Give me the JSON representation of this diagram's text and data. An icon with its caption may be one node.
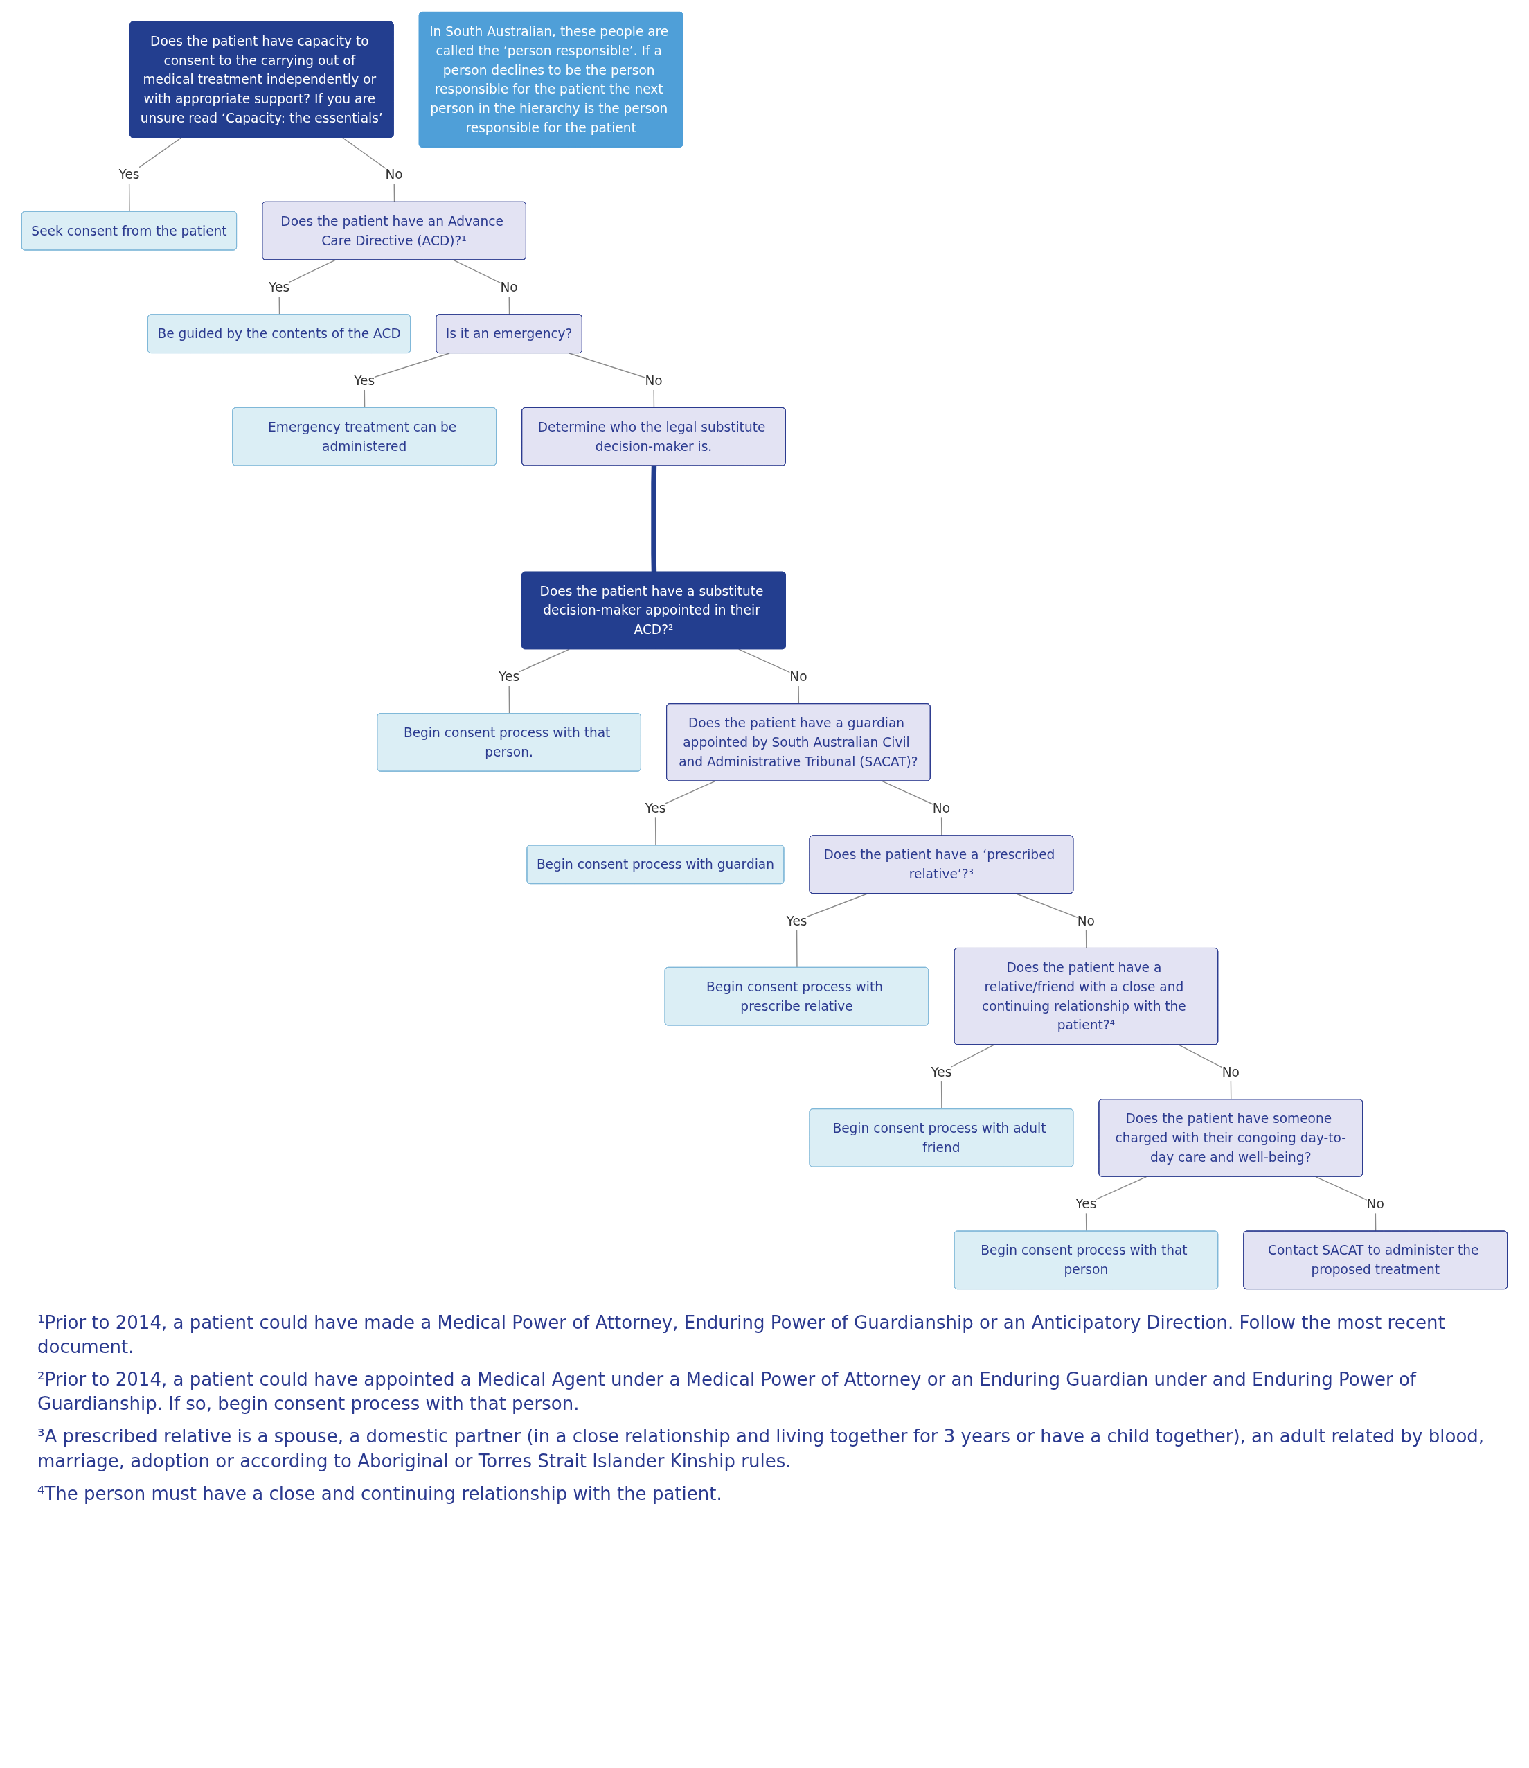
{
  "diagram": {
    "nodes": [
      {
        "text": [
          "Does the patient have capacity to consent to the carrying out of medical treatment independently or with appropriate support? If you are unsure read ‘Capacity: the essentials’"
        ]
      },
      {
        "text": [
          "Seek consent from the patient"
        ]
      },
      {
        "text": [
          "Does the patient have an Advance Care Directive (ACD)?¹"
        ]
      },
      {
        "text": [
          "Be guided by the contents of the ACD"
        ]
      },
      {
        "text": [
          "Is it an emergency?"
        ]
      },
      {
        "text": [
          "Emergency treatment can be administered"
        ]
      },
      {
        "text": [
          "Determine who the legal substitute decision-maker is."
        ]
      },
      {
        "text": [
          "Does the patient have a substitute decision-maker appointed in their ACD?²"
        ]
      },
      {
        "text": [
          "Begin consent process with that person."
        ]
      },
      {
        "text": [
          "Does the patient have a guardian appointed by South Australian Civil and Administrative Tribunal (SACAT)?"
        ]
      },
      {
        "text": [
          "In South Australian, these people are called the ‘person responsible’. If a person declines to be the person responsible for the patient the next person in the hierarchy is the person responsible for the patient"
        ]
      },
      {
        "text": [
          "Begin consent process with guardian"
        ]
      },
      {
        "text": [
          "Does the patient have a ‘prescribed relative’?³"
        ]
      },
      {
        "text": [
          "Begin consent process with prescribe relative"
        ]
      },
      {
        "text": [
          "Does the patient have a relative/friend with a close and continuing relationship with the patient?⁴"
        ]
      },
      {
        "text": [
          "Begin consent process with adult friend"
        ]
      },
      {
        "text": [
          "Does the patient have someone charged with their congoing day-to-day care and well-being?"
        ]
      },
      {
        "text": [
          "Begin consent process with that person"
        ]
      },
      {
        "text": [
          "Contact SACAT to administer the proposed treatment"
        ]
      }
    ],
    "edges": [
      {
        "from": 0,
        "to": 1,
        "arrow": "none",
        "label": "Yes"
      },
      {
        "from": 0,
        "to": 2,
        "arrow": "none",
        "label": "No"
      },
      {
        "from": 2,
        "to": 3,
        "arrow": "none",
        "label": "Yes"
      },
      {
        "from": 2,
        "to": 4,
        "arrow": "none",
        "label": "No"
      },
      {
        "from": 4,
        "to": 5,
        "arrow": "none",
        "label": "Yes"
      },
      {
        "from": 4,
        "to": 6,
        "arrow": "none",
        "label": "No"
      },
      {
        "from": 6,
        "to": 7,
        "arrow": "none",
        "style": "thick",
        "color": "#233e8f"
      },
      {
        "from": 7,
        "to": 8,
        "arrow": "none",
        "label": "Yes"
      },
      {
        "from": 7,
        "to": 9,
        "arrow": "none",
        "label": "No"
      },
      {
        "from": 9,
        "to": 11,
        "arrow": "none",
        "label": "Yes"
      },
      {
        "from": 9,
        "to": 12,
        "arrow": "none",
        "label": "No"
      },
      {
        "from": 12,
        "to": 13,
        "arrow": "none",
        "label": "Yes"
      },
      {
        "from": 12,
        "to": 14,
        "arrow": "none",
        "label": "No"
      },
      {
        "from": 14,
        "to": 15,
        "arrow": "none",
        "label": "Yes"
      },
      {
        "from": 14,
        "to": 16,
        "arrow": "none",
        "label": "No"
      },
      {
        "from": 16,
        "to": 17,
        "arrow": "none",
        "label": "Yes"
      },
      {
        "from": 16,
        "to": 18,
        "arrow": "none",
        "label": "No"
      }
    ],
    "labels": [
      "¹Prior to 2014, a patient could have made a Medical Power of Attorney, Enduring Power of Guardianship or an Anticipatory Direction. Follow the most recent document.",
      "²Prior to 2014, a patient could have appointed a Medical Agent under a Medical Power of Attorney or an Enduring Guardian under and Enduring Power of Guardianship. If so, begin consent process with that person.",
      "³A prescribed relative is a spouse, a domestic partner (in a close relationship and living together for 3 years or have a child together), an adult related by blood, marriage, adoption or according to Aboriginal or Torres Strait Islander Kinship rules.",
      "⁴The person must have a close and continuing relationship with the patient."
    ]
  }
}
